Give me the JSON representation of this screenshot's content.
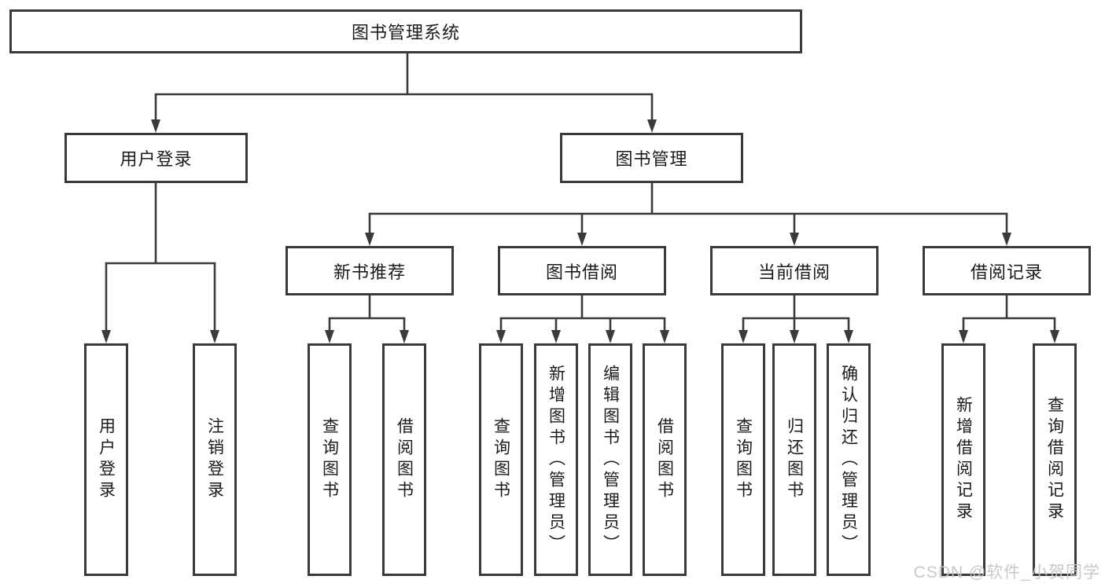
{
  "nodes": {
    "root": {
      "label": "图书管理系统"
    },
    "user_login": {
      "label": "用户登录"
    },
    "book_mgmt": {
      "label": "图书管理"
    },
    "new_book_rec": {
      "label": "新书推荐"
    },
    "book_borrow": {
      "label": "图书借阅"
    },
    "current_borrow": {
      "label": "当前借阅"
    },
    "borrow_record": {
      "label": "借阅记录"
    },
    "leaf_user_login": {
      "label": "用户登录"
    },
    "leaf_logout": {
      "label": "注销登录"
    },
    "leaf_rec_query": {
      "label": "查询图书"
    },
    "leaf_rec_borrow": {
      "label": "借阅图书"
    },
    "leaf_bb_query": {
      "label": "查询图书"
    },
    "leaf_bb_add": {
      "label": "新增图书（管理员）"
    },
    "leaf_bb_edit": {
      "label": "编辑图书（管理员）"
    },
    "leaf_bb_borrow": {
      "label": "借阅图书"
    },
    "leaf_cb_query": {
      "label": "查询图书"
    },
    "leaf_cb_return": {
      "label": "归还图书"
    },
    "leaf_cb_confirm": {
      "label": "确认归还（管理员）"
    },
    "leaf_br_add": {
      "label": "新增借阅记录"
    },
    "leaf_br_query": {
      "label": "查询借阅记录"
    }
  },
  "watermark": {
    "text": "CSDN @软件_小贺同学"
  },
  "colors": {
    "line": "#3a3a3a",
    "text": "#1b1b1b",
    "background": "#ffffff",
    "watermark": "#c5c5c5"
  }
}
